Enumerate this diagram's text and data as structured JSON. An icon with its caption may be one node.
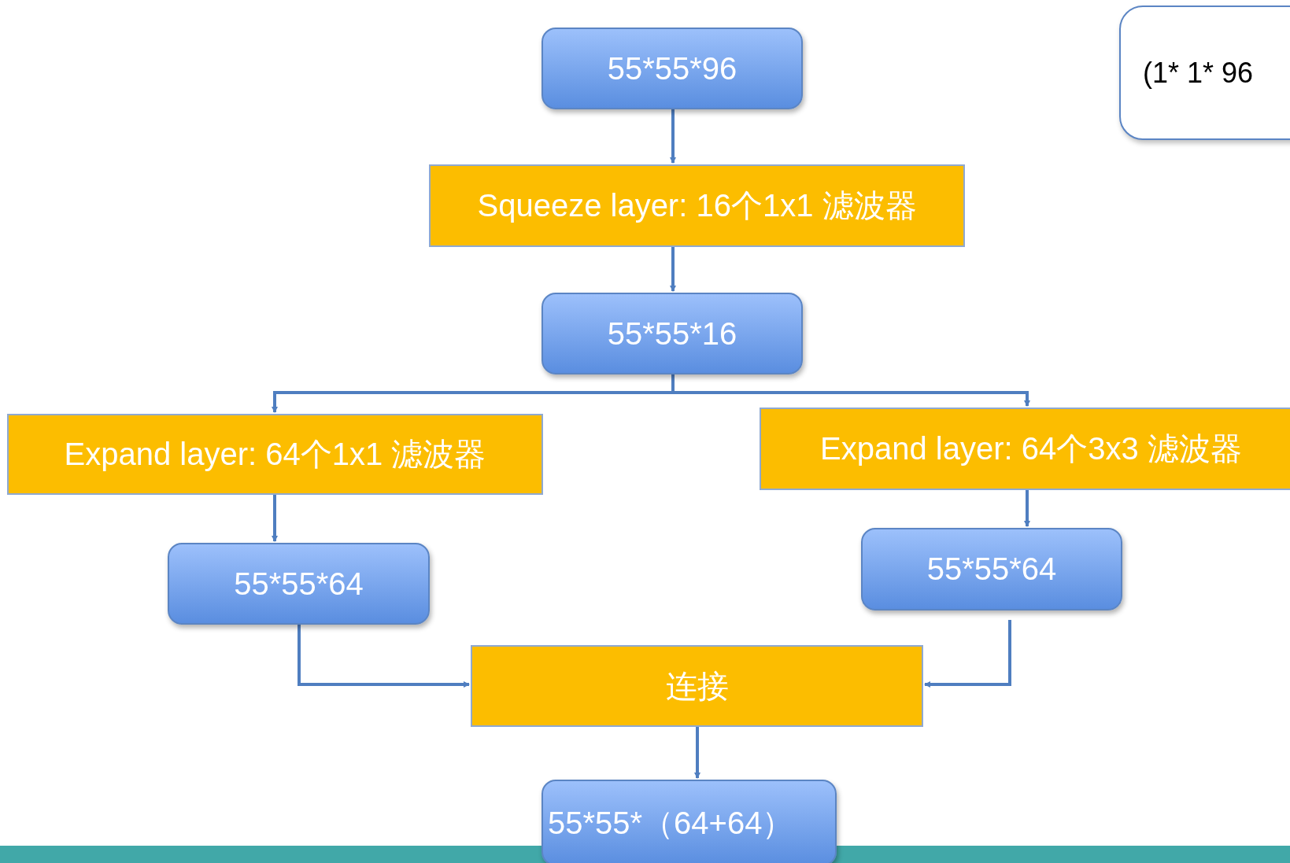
{
  "diagram": {
    "nodes": [
      {
        "text": [
          "55*55*96"
        ]
      },
      {
        "text": [
          "Squeeze layer:  16个1x1 滤波器"
        ]
      },
      {
        "text": [
          "55*55*16"
        ]
      },
      {
        "text": [
          "Expand layer:  64个1x1 滤波器"
        ]
      },
      {
        "text": [
          "Expand layer:  64个3x3 滤波器"
        ]
      },
      {
        "text": [
          "55*55*64"
        ]
      },
      {
        "text": [
          "55*55*64"
        ]
      },
      {
        "text": [
          "连接"
        ]
      },
      {
        "text": [
          "55*55*（64+64）"
        ]
      },
      {
        "text": [
          "(1*  1*  96"
        ]
      }
    ],
    "edges": [
      {
        "from": 0,
        "to": 1,
        "arrow": "to"
      },
      {
        "from": 1,
        "to": 2,
        "arrow": "to"
      },
      {
        "from": 2,
        "to": 3,
        "arrow": "to"
      },
      {
        "from": 2,
        "to": 4,
        "arrow": "to"
      },
      {
        "from": 3,
        "to": 5,
        "arrow": "to"
      },
      {
        "from": 4,
        "to": 6,
        "arrow": "to"
      },
      {
        "from": 5,
        "to": 7,
        "arrow": "to"
      },
      {
        "from": 6,
        "to": 7,
        "arrow": "to"
      },
      {
        "from": 7,
        "to": 8,
        "arrow": "to"
      }
    ]
  }
}
